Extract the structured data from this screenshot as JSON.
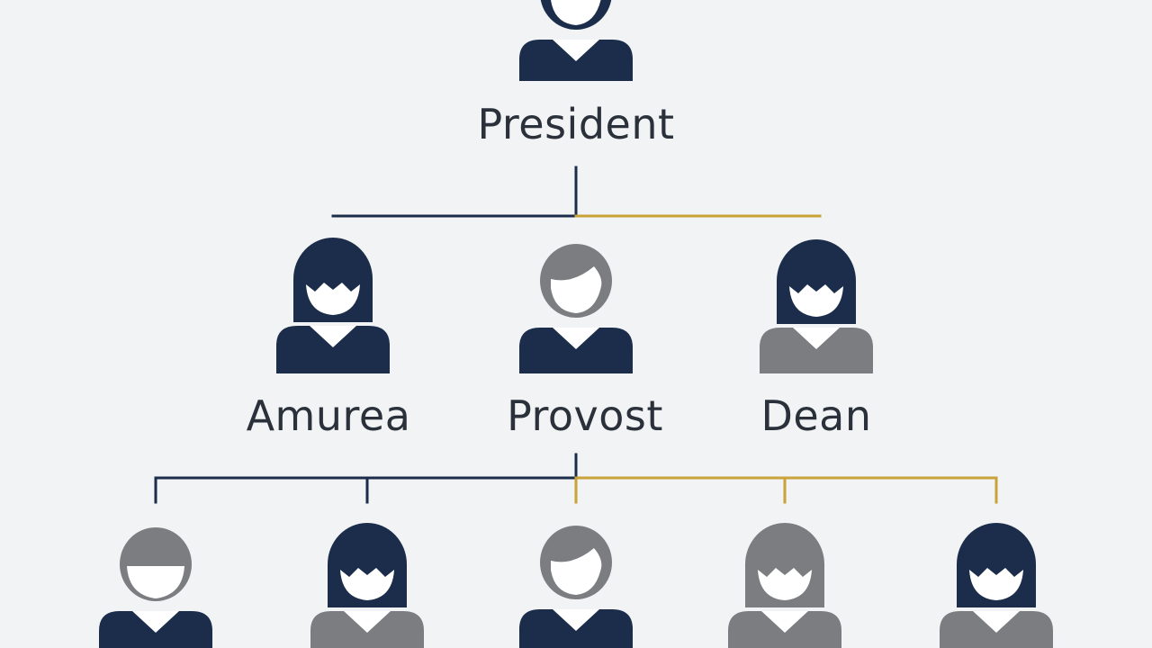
{
  "colors": {
    "background": "#f2f3f4",
    "navy": "#1b2d4a",
    "gray": "#7b7d80",
    "gold": "#c9a23a",
    "face": "#ffffff",
    "text": "#2b313a"
  },
  "nodes": {
    "president": {
      "label": "President"
    },
    "amurea": {
      "label": "Amurea"
    },
    "provost": {
      "label": "Provost"
    },
    "dean": {
      "label": "Dean"
    }
  },
  "avatars": [
    {
      "id": "president-avatar",
      "hair": "navy",
      "shirt": "navy",
      "hair_style": "short"
    },
    {
      "id": "amurea-avatar",
      "hair": "navy",
      "shirt": "navy",
      "hair_style": "long"
    },
    {
      "id": "provost-avatar",
      "hair": "gray",
      "shirt": "navy",
      "hair_style": "short"
    },
    {
      "id": "dean-avatar",
      "hair": "navy",
      "shirt": "gray",
      "hair_style": "long"
    },
    {
      "id": "staff-1-avatar",
      "hair": "gray",
      "shirt": "navy",
      "hair_style": "bob"
    },
    {
      "id": "staff-2-avatar",
      "hair": "navy",
      "shirt": "gray",
      "hair_style": "long"
    },
    {
      "id": "staff-3-avatar",
      "hair": "gray",
      "shirt": "navy",
      "hair_style": "short"
    },
    {
      "id": "staff-4-avatar",
      "hair": "gray",
      "shirt": "gray",
      "hair_style": "long"
    },
    {
      "id": "staff-5-avatar",
      "hair": "navy",
      "shirt": "gray",
      "hair_style": "long"
    }
  ],
  "connectors": [
    {
      "id": "president-stem",
      "color": "navy"
    },
    {
      "id": "tier1-left-bar",
      "color": "navy"
    },
    {
      "id": "tier1-right-bar",
      "color": "gold"
    },
    {
      "id": "provost-stem",
      "color": "navy"
    },
    {
      "id": "tier2-left-bar",
      "color": "navy"
    },
    {
      "id": "tier2-right-bar",
      "color": "gold"
    },
    {
      "id": "tier2-drop-1",
      "color": "navy"
    },
    {
      "id": "tier2-drop-2",
      "color": "navy"
    },
    {
      "id": "tier2-drop-3",
      "color": "gold"
    },
    {
      "id": "tier2-drop-4",
      "color": "gold"
    },
    {
      "id": "tier2-drop-5",
      "color": "gold"
    }
  ]
}
